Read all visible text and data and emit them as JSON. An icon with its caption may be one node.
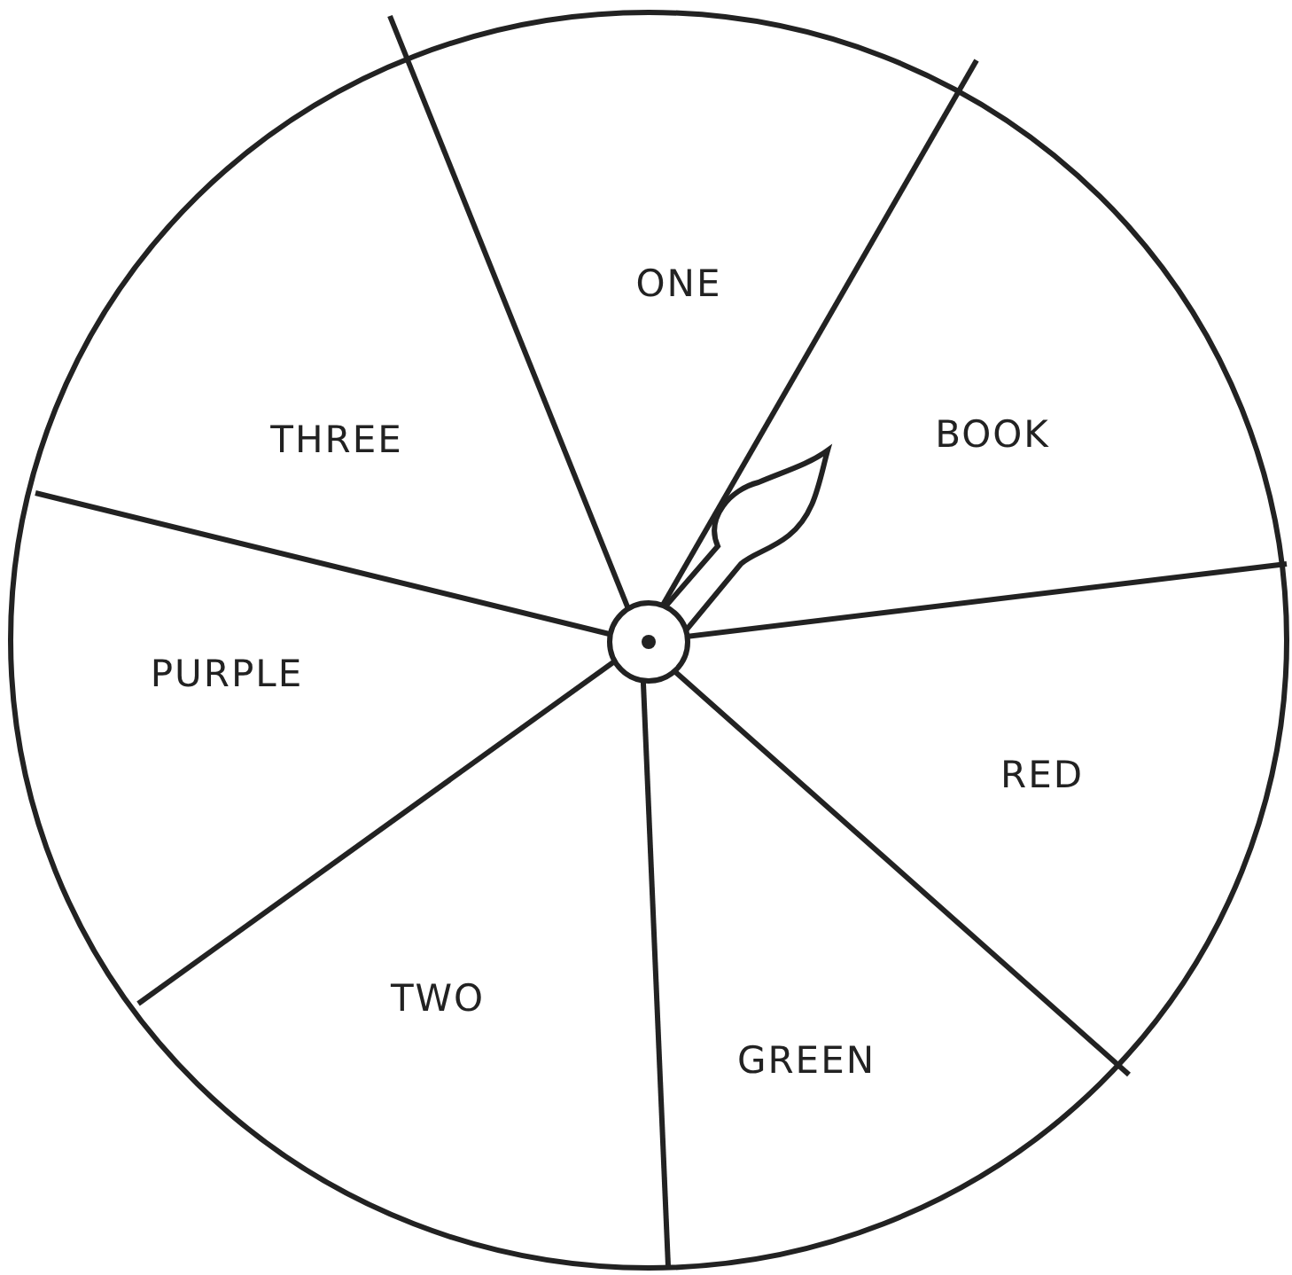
{
  "diagram": {
    "labels": [
      "ONE",
      "THREE",
      "BOOK",
      "PURPLE",
      "RED",
      "TWO",
      "GREEN"
    ]
  }
}
